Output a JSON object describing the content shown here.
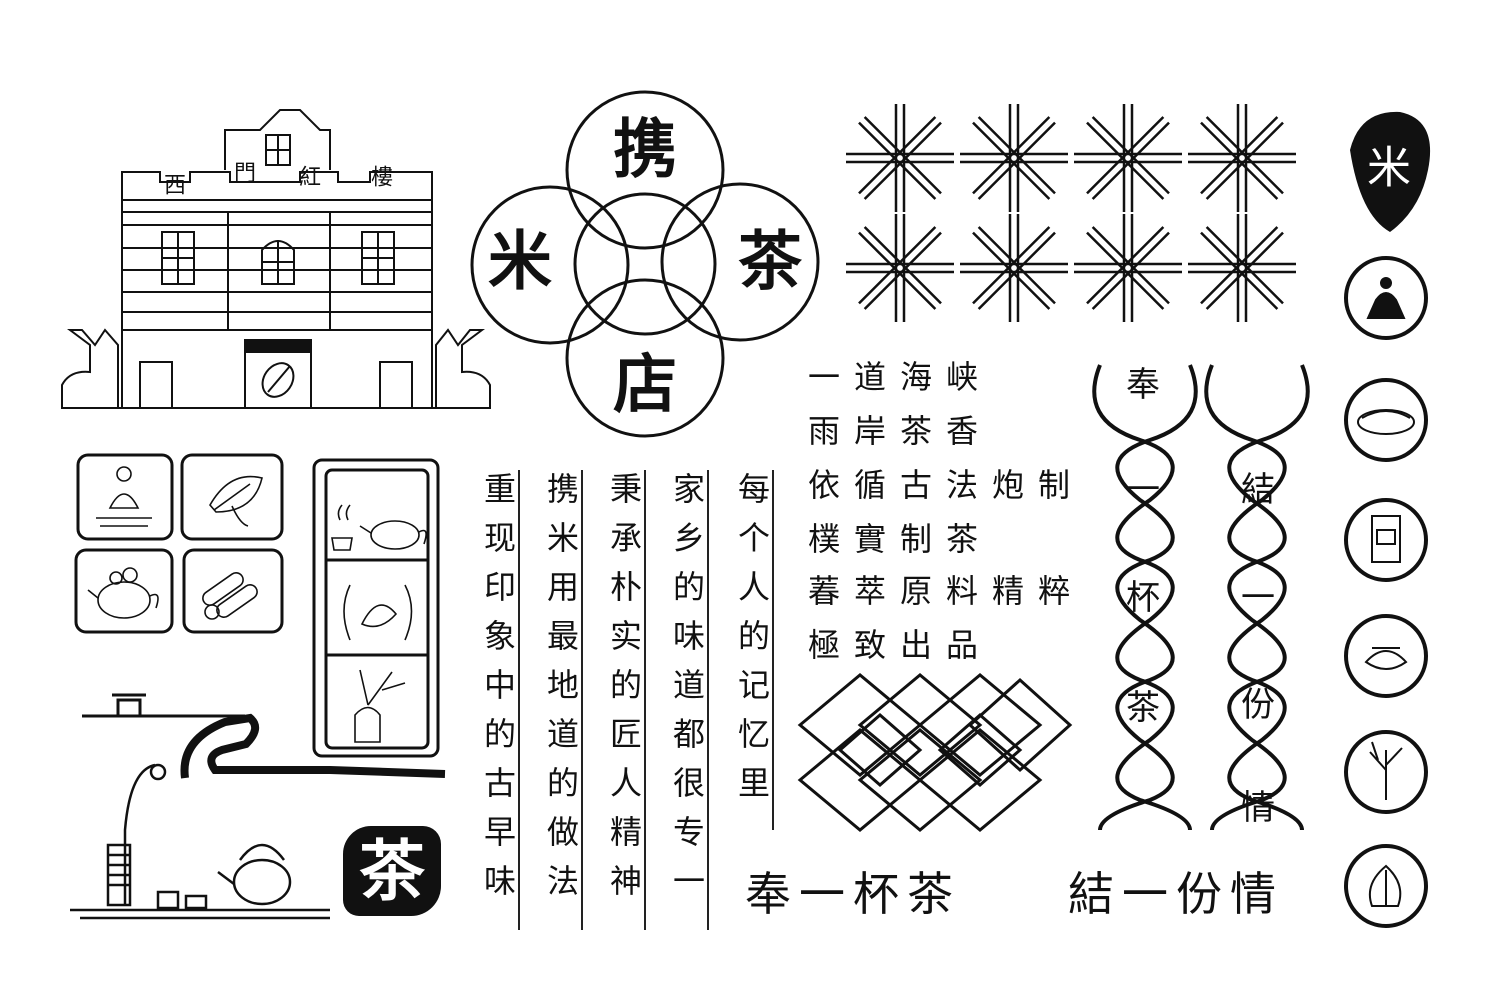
{
  "building": {
    "sign_chars": [
      "西",
      "門",
      "紅",
      "樓"
    ]
  },
  "logo": {
    "top": "携",
    "left": "米",
    "right": "茶",
    "bottom": "店"
  },
  "cha_stamp": "茶",
  "vertical_columns": [
    "重现印象中的古早味",
    "携米用最地道的做法",
    "秉承朴实的匠人精神",
    "家乡的味道都很专一",
    "每个人的记忆里"
  ],
  "poem_lines": [
    "一道海峡",
    "雨岸茶香",
    "依循古法炮制",
    "樸實制茶",
    "萶萃原料精粹",
    "極致出品"
  ],
  "wave_left": [
    "奉",
    "一",
    "杯",
    "茶"
  ],
  "wave_right": [
    "結",
    "一",
    "份",
    "情"
  ],
  "slogan_left": "奉一杯茶",
  "slogan_right": "結一份情",
  "right_badge_char": "米"
}
